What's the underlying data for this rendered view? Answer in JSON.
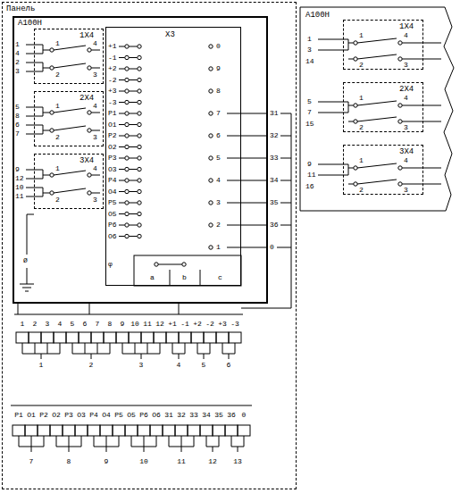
{
  "diagram": {
    "title": "Панель",
    "nodes": [
      {
        "text": [
          "Панель"
        ]
      },
      {
        "text": [
          "A100H"
        ],
        "in": 0
      },
      {
        "text": [
          "1X4"
        ],
        "in": 1
      },
      {
        "text": [
          "2X4"
        ],
        "in": 1
      },
      {
        "text": [
          "3X4"
        ],
        "in": 1
      },
      {
        "text": [
          "X3"
        ],
        "in": 1
      },
      {
        "text": [
          "A100H"
        ]
      },
      {
        "text": [
          "1X4"
        ],
        "in": 6
      },
      {
        "text": [
          "2X4"
        ],
        "in": 6
      },
      {
        "text": [
          "3X4"
        ],
        "in": 6
      }
    ],
    "labels": [
      "1",
      "4",
      "2",
      "3",
      "1",
      "4",
      "2",
      "3",
      "5",
      "8",
      "6",
      "7",
      "1",
      "4",
      "2",
      "3",
      "9",
      "12",
      "10",
      "11",
      "1",
      "4",
      "2",
      "3",
      "Ø",
      "+1",
      "-1",
      "+2",
      "-2",
      "+3",
      "-3",
      "P1",
      "O1",
      "P2",
      "O2",
      "P3",
      "O3",
      "P4",
      "O4",
      "P5",
      "O5",
      "P6",
      "O6",
      "φ",
      "0",
      "9",
      "8",
      "7",
      "6",
      "5",
      "4",
      "3",
      "2",
      "1",
      "a",
      "b",
      "c",
      "31",
      "32",
      "33",
      "34",
      "35",
      "36",
      "0",
      "1",
      "2",
      "3",
      "4",
      "5",
      "6",
      "7",
      "8",
      "9",
      "10",
      "11",
      "12",
      "+1",
      "-1",
      "+2",
      "-2",
      "+3",
      "-3",
      "1",
      "2",
      "3",
      "4",
      "5",
      "6",
      "P1",
      "O1",
      "P2",
      "O2",
      "P3",
      "O3",
      "P4",
      "O4",
      "P5",
      "O5",
      "P6",
      "O6",
      "31",
      "32",
      "33",
      "34",
      "35",
      "36",
      "0",
      "7",
      "8",
      "9",
      "10",
      "11",
      "12",
      "13",
      "1",
      "3",
      "1",
      "4",
      "2",
      "3",
      "14",
      "5",
      "7",
      "1",
      "4",
      "2",
      "3",
      "15",
      "9",
      "11",
      "1",
      "4",
      "2",
      "3",
      "16"
    ]
  }
}
